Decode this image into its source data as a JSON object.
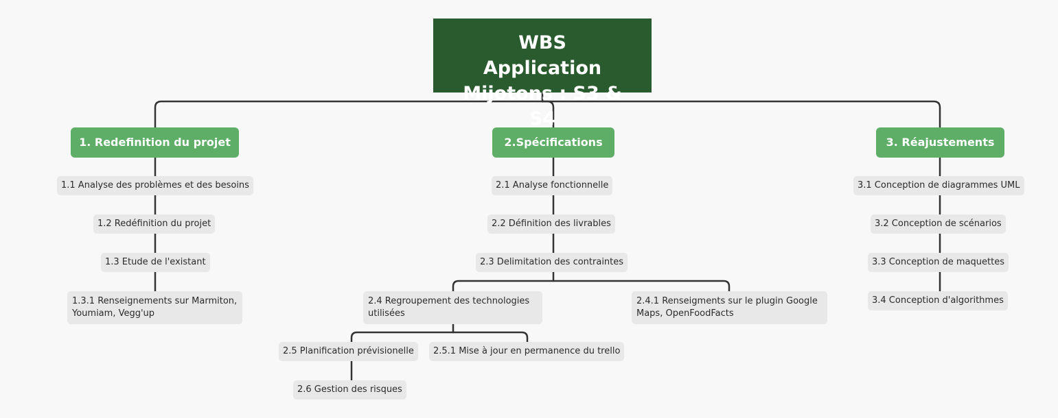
{
  "root": {
    "title": "WBS Application Mijotons : S3 & S4"
  },
  "branches": [
    {
      "label": "1. Redefinition du projet",
      "children": [
        "1.1 Analyse des problèmes et des besoins",
        "1.2 Redéfinition du projet",
        "1.3 Etude de l'existant",
        "1.3.1 Renseignements sur Marmiton, Youmiam, Vegg'up"
      ]
    },
    {
      "label": "2.Spécifications",
      "children": [
        "2.1 Analyse fonctionnelle",
        "2.2 Définition des livrables",
        "2.3 Delimitation des contraintes",
        "2.4 Regroupement des technologies utilisées",
        "2.4.1 Renseigments sur le plugin Google Maps, OpenFoodFacts",
        "2.5 Planification prévisionelle",
        "2.5.1 Mise à jour en permanence du trello",
        "2.6 Gestion des risques"
      ]
    },
    {
      "label": "3. Réajustements",
      "children": [
        "3.1 Conception de diagrammes UML",
        "3.2 Conception de scénarios",
        "3.3 Conception de maquettes",
        "3.4 Conception d'algorithmes"
      ]
    }
  ],
  "colors": {
    "background": "#f8f8f8",
    "root_fill": "#2a5b2e",
    "branch_fill": "#5eae67",
    "leaf_fill": "#e8e8e8",
    "connector": "#333333"
  }
}
